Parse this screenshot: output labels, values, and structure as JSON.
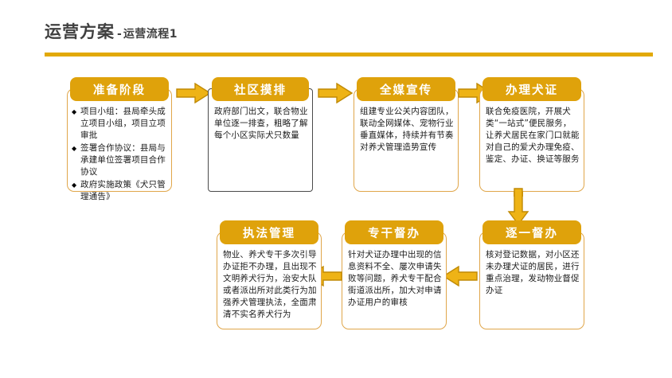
{
  "header": {
    "title_main": "运营方案",
    "dash": "-",
    "title_sub": "运营流程1",
    "rule_color": "#e2a906"
  },
  "theme": {
    "accent": "#dfa20b",
    "accent_rule": "#e2a906",
    "box_border": "#e0a64a",
    "selected_border": "#4a4a4a",
    "cap_text": "#ffffff",
    "body_text": "#1a1a1a",
    "arrow_fill": "#eeb316",
    "arrow_stroke": "#c08a05",
    "background": "#ffffff"
  },
  "flow": {
    "nodes": [
      {
        "id": "node-prepare",
        "title": "准备阶段",
        "selected": false,
        "bullets": [
          "项目小组：县局牵头成立项目小组，项目立项审批",
          "签署合作协议：县局与承建单位签署项目合作协议",
          "政府实施政策《犬只管理通告》"
        ]
      },
      {
        "id": "node-community-survey",
        "title": "社区摸排",
        "selected": true,
        "text": "政府部门出文，联合物业单位逐一排查，粗略了解每个小区实际犬只数量"
      },
      {
        "id": "node-media-promotion",
        "title": "全媒宣传",
        "selected": false,
        "text": "组建专业公关内容团队，联动全网媒体、宠物行业垂直媒体，持续并有节奏对养犬管理造势宣传"
      },
      {
        "id": "node-dog-license",
        "title": "办理犬证",
        "selected": false,
        "text": "联合免疫医院，开展犬类“一站式”便民服务，让养犬居民在家门口就能对自己的爱犬办理免疫、鉴定、办证、换证等服务"
      },
      {
        "id": "node-one-by-one-supervision",
        "title": "逐一督办",
        "selected": false,
        "text": "核对登记数据，对小区还未办理犬证的居民，进行重点治理，发动物业督促办证"
      },
      {
        "id": "node-specialist-supervision",
        "title": "专干督办",
        "selected": false,
        "text": "针对犬证办理中出现的信息资料不全、屡次申请失败等问题，养犬专干配合街道派出所，加大对申请办证用户的审核"
      },
      {
        "id": "node-law-enforcement",
        "title": "执法管理",
        "selected": false,
        "text": "物业、养犬专干多次引导办证拒不办理，且出现不文明养犬行为，治安大队或者派出所对此类行为加强养犬管理执法，全面肃清不实名养犬行为"
      }
    ],
    "arrows": [
      {
        "id": "arrow-1-to-2",
        "direction": "right"
      },
      {
        "id": "arrow-2-to-3",
        "direction": "right"
      },
      {
        "id": "arrow-3-to-4",
        "direction": "right"
      },
      {
        "id": "arrow-4-to-5",
        "direction": "down"
      },
      {
        "id": "arrow-5-to-6",
        "direction": "left"
      },
      {
        "id": "arrow-6-to-7",
        "direction": "left"
      }
    ]
  }
}
